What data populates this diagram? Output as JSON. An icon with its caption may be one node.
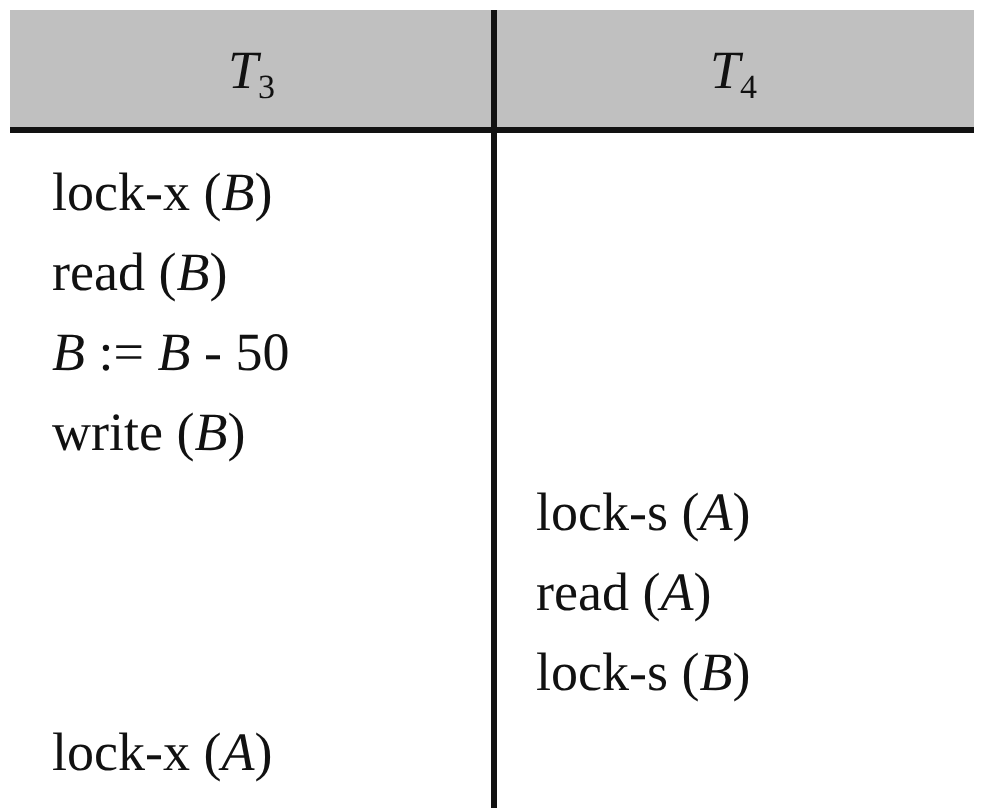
{
  "diagram": {
    "labels": [
      "*T*$_{3}$",
      "*T*$_{4}$",
      "lock-x (*B*)",
      "read (*B*)",
      "*B* := *B* - 50",
      "write (*B*)",
      "lock-s (*A*)",
      "read (*A*)",
      "lock-s (*B*)",
      "lock-x (*A*)"
    ]
  }
}
